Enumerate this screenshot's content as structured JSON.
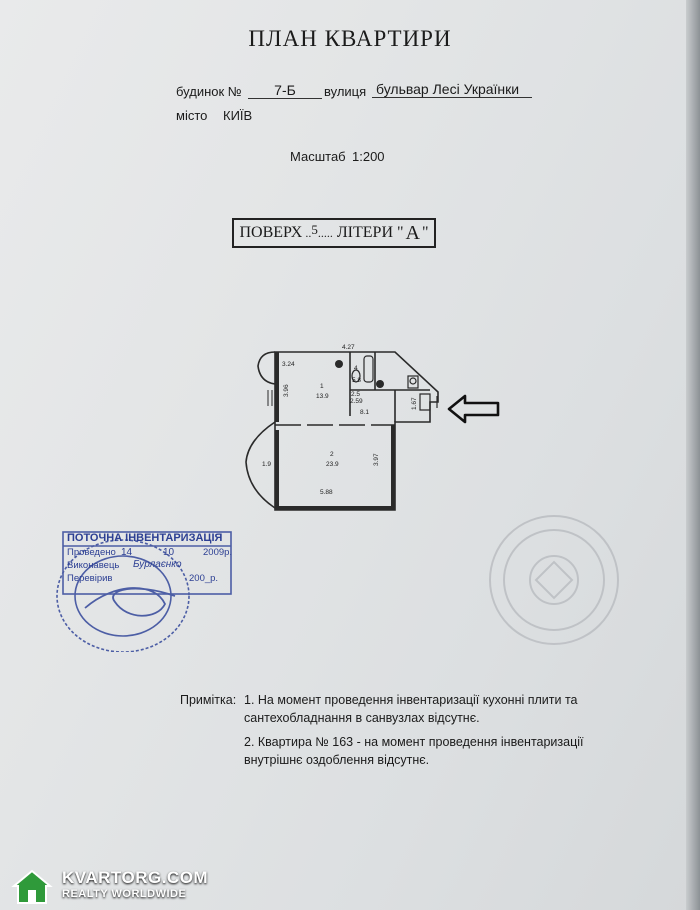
{
  "document": {
    "title": "ПЛАН   КВАРТИРИ",
    "address": {
      "building_label": "будинок №",
      "building_value": "7-Б",
      "street_label": "вулиця",
      "street_value": "бульвар Лесі Українки",
      "city_label": "місто",
      "city_value": "КИЇВ"
    },
    "scale_label": "Масштаб",
    "scale_value": "1:200",
    "floor": {
      "label": "ПОВЕРХ",
      "value": "5",
      "litera_label": "ЛІТЕРИ",
      "litera_value": "А"
    }
  },
  "plan": {
    "labels": {
      "top_width": "4.27",
      "corridor_w": "3.24",
      "room1_num": "1",
      "room1_area": "13.9",
      "room1_height": "3.96",
      "wc_num": "4",
      "wc_area": "5.8",
      "small_w": "2.59",
      "bath_area": "2.5",
      "hall_area": "8.1",
      "hall_h": "1.67",
      "room2_num": "2",
      "room2_area": "23.9",
      "room2_h": "3.97",
      "balcony": "1.9",
      "bottom_width": "5.88"
    }
  },
  "stamp": {
    "header": "ПОТОЧНА ІНВЕНТАРИЗАЦІЯ",
    "row1_label": "Проведено",
    "row1_day": "14",
    "row1_month": "10",
    "row1_year": "2009р.",
    "row2_label": "Виконавець",
    "row2_value": "Бурлаєнко",
    "row3_label": "Перевірив",
    "row3_value": "200_р."
  },
  "notes": {
    "label": "Примітка:",
    "item1_line1": "1.  На момент проведення   інвентаризації  кухонні плити та",
    "item1_line2": "сантехобладнання  в санвузлах  відсутнє.",
    "item2_line1": "2. Квартира № 163 -  на момент проведення інвентаризації",
    "item2_line2": "внутрішнє оздоблення відсутнє."
  },
  "watermark": {
    "title": "KVARTORG.COM",
    "subtitle": "REALTY WORLDWIDE"
  }
}
